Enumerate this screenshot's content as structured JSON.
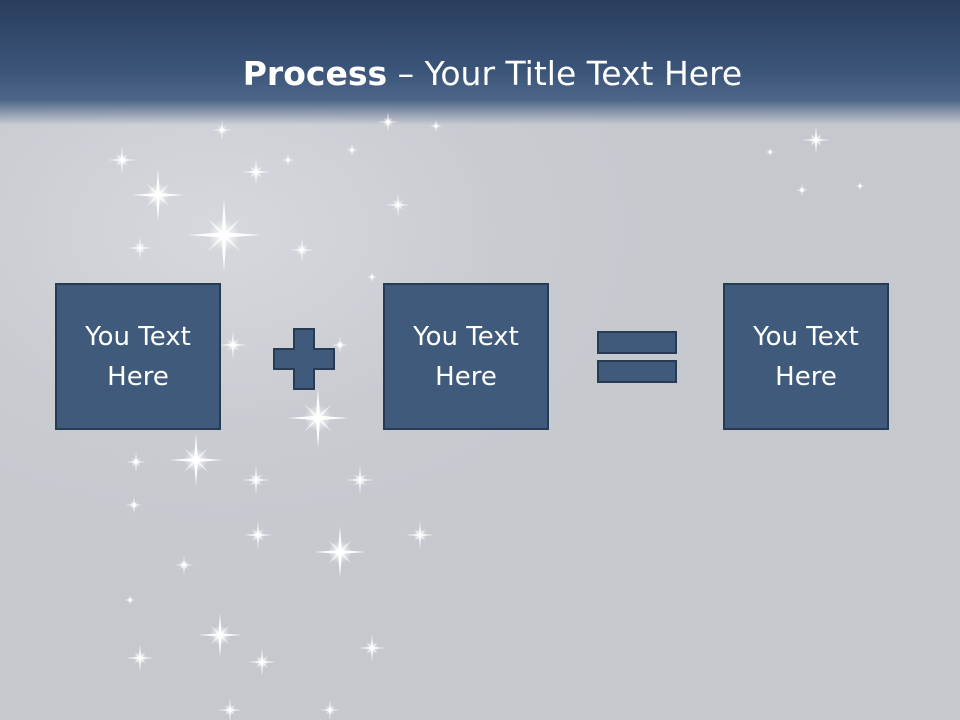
{
  "title": {
    "bold": "Process",
    "rest": " – Your Title Text Here"
  },
  "boxes": [
    {
      "text": "You Text Here"
    },
    {
      "text": "You Text Here"
    },
    {
      "text": "You Text Here"
    }
  ],
  "operators": [
    "plus-icon",
    "equals-icon"
  ],
  "colors": {
    "header": "#2a3d5c",
    "box": "#3f5a7b",
    "box_border": "#283b55",
    "background": "#c5c9ce",
    "text": "#ffffff"
  }
}
